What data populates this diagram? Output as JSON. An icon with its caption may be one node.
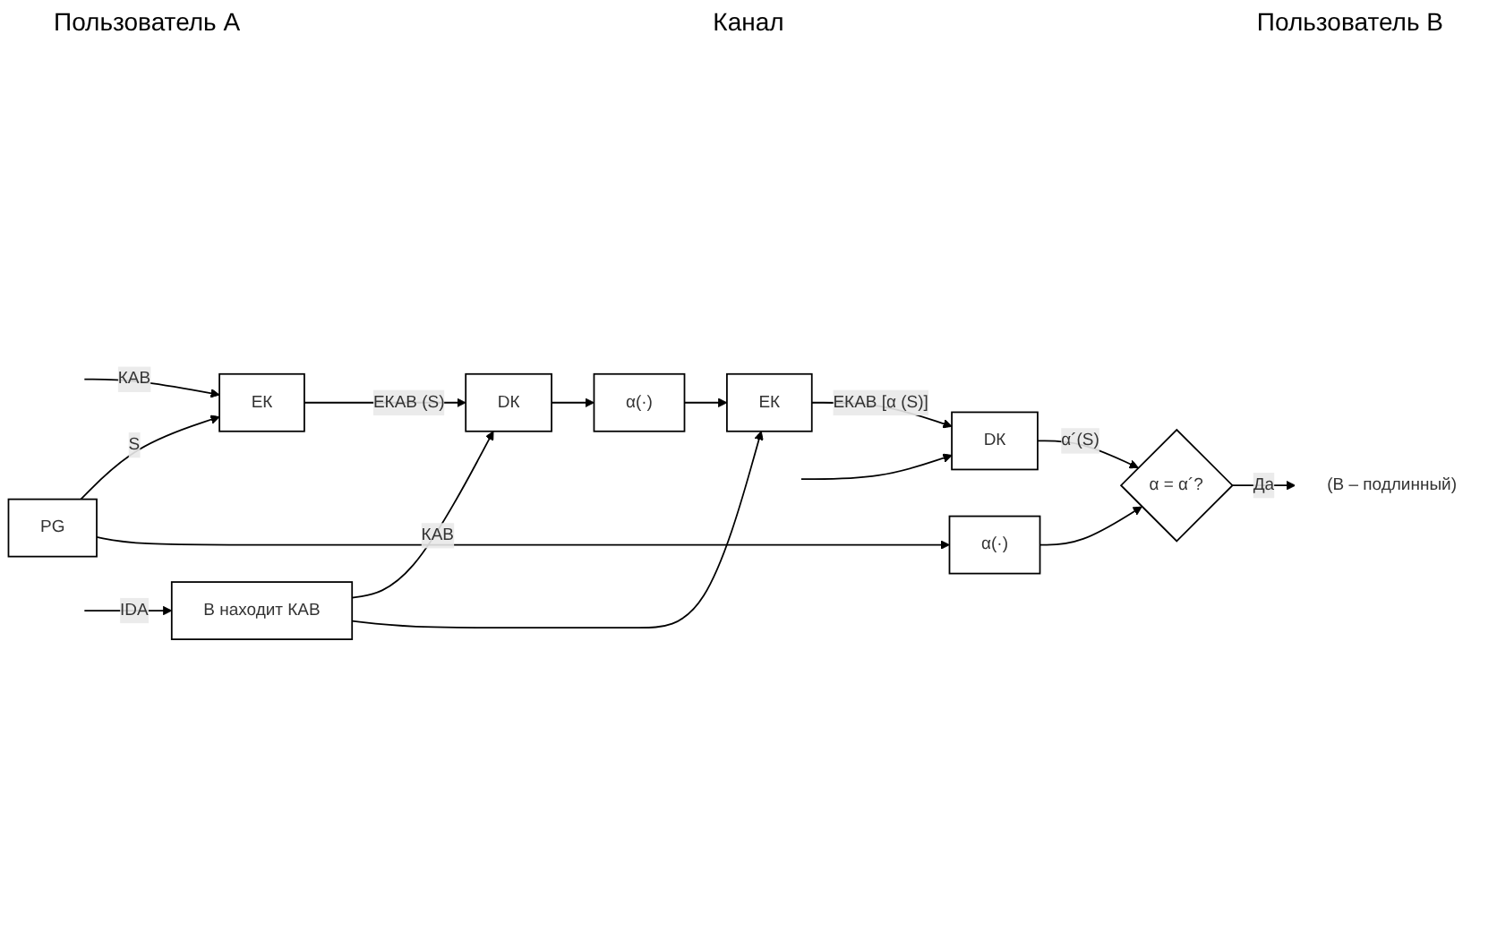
{
  "diagram": {
    "nodes": [
      {
        "text": [
          "PG"
        ]
      },
      {
        "text": [
          "α(·)"
        ]
      },
      {
        "text": [
          "α = α´?"
        ]
      },
      {
        "text": [
          "EК"
        ]
      },
      {
        "text": [
          "DК"
        ]
      },
      {
        "text": [
          "В находит КAB"
        ]
      },
      {
        "text": [
          "DК"
        ]
      },
      {
        "text": [
          "α(·)"
        ]
      },
      {
        "text": [
          "EК"
        ]
      },
      {
        "text": [
          "(B – подлинный)"
        ]
      }
    ],
    "edges": [
      {
        "from": null,
        "to": 5,
        "arrow": "to",
        "label": "IDA"
      },
      {
        "from": 0,
        "to": 3,
        "arrow": "to",
        "label": "S"
      },
      {
        "from": 0,
        "to": 1,
        "arrow": "to"
      },
      {
        "from": null,
        "to": 3,
        "arrow": "to",
        "label": "КAB"
      },
      {
        "from": null,
        "to": 4,
        "arrow": "to"
      },
      {
        "from": 3,
        "to": 6,
        "arrow": "to",
        "label": "EКAB (S)"
      },
      {
        "from": 5,
        "to": 6,
        "arrow": "to",
        "label": "КAB"
      },
      {
        "from": 5,
        "to": 8,
        "arrow": "to"
      },
      {
        "from": 6,
        "to": 7,
        "arrow": "to"
      },
      {
        "from": 7,
        "to": 8,
        "arrow": "to"
      },
      {
        "from": 8,
        "to": 4,
        "arrow": "to",
        "label": "EКAB [α (S)]"
      },
      {
        "from": 4,
        "to": 2,
        "arrow": "to",
        "label": "α´(S)"
      },
      {
        "from": 1,
        "to": 2,
        "arrow": "to"
      },
      {
        "from": 2,
        "to": 9,
        "arrow": "to",
        "label": "Да"
      }
    ],
    "labels": [
      "Пользователь A",
      "Канал",
      "Пользователь B"
    ]
  }
}
